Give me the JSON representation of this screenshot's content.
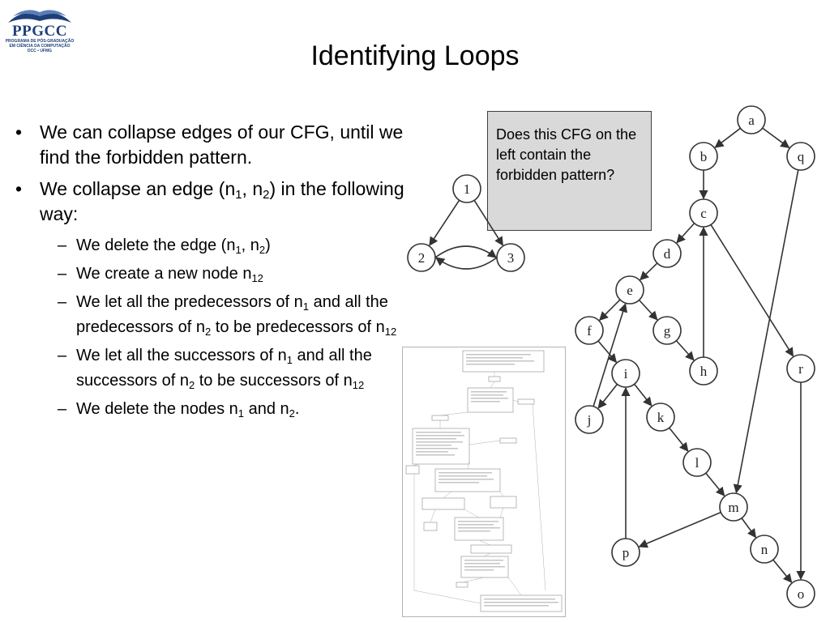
{
  "logo": {
    "brand": "PPGCC",
    "line1": "PROGRAMA DE PÓS-GRADUAÇÃO",
    "line2": "EM CIÊNCIA DA COMPUTAÇÃO",
    "line3": "DCC • UFMG"
  },
  "title": "Identifying Loops",
  "bullets": [
    {
      "level": 1,
      "parts": [
        {
          "t": "We can collapse edges of our CFG, until we find the forbidden pattern."
        }
      ]
    },
    {
      "level": 1,
      "parts": [
        {
          "t": "We collapse an edge (n"
        },
        {
          "t": "1",
          "sub": true
        },
        {
          "t": ", n"
        },
        {
          "t": "2",
          "sub": true
        },
        {
          "t": ") in the following way:"
        }
      ]
    },
    {
      "level": 2,
      "parts": [
        {
          "t": "We delete the edge (n"
        },
        {
          "t": "1",
          "sub": true
        },
        {
          "t": ", n"
        },
        {
          "t": "2",
          "sub": true
        },
        {
          "t": ")"
        }
      ]
    },
    {
      "level": 2,
      "parts": [
        {
          "t": "We create a new node n"
        },
        {
          "t": "12",
          "sub": true
        }
      ]
    },
    {
      "level": 2,
      "parts": [
        {
          "t": "We let all the predecessors of n"
        },
        {
          "t": "1",
          "sub": true
        },
        {
          "t": " and all the predecessors of n"
        },
        {
          "t": "2",
          "sub": true
        },
        {
          "t": " to be predecessors of n"
        },
        {
          "t": "12",
          "sub": true
        }
      ]
    },
    {
      "level": 2,
      "parts": [
        {
          "t": "We let all the successors of n"
        },
        {
          "t": "1",
          "sub": true
        },
        {
          "t": " and all the successors of n"
        },
        {
          "t": "2",
          "sub": true
        },
        {
          "t": " to be successors of n"
        },
        {
          "t": "12",
          "sub": true
        }
      ]
    },
    {
      "level": 2,
      "parts": [
        {
          "t": "We delete the nodes n"
        },
        {
          "t": "1",
          "sub": true
        },
        {
          "t": " and n"
        },
        {
          "t": "2",
          "sub": true
        },
        {
          "t": "."
        }
      ]
    }
  ],
  "bullet_marks": {
    "level1": "•",
    "level2": "–"
  },
  "callout": "Does this CFG on the left contain the forbidden pattern?",
  "small_graph": {
    "nodes": [
      {
        "id": "1",
        "label": "1"
      },
      {
        "id": "2",
        "label": "2"
      },
      {
        "id": "3",
        "label": "3"
      }
    ],
    "edges": [
      [
        "1",
        "2"
      ],
      [
        "1",
        "3"
      ],
      [
        "2",
        "3"
      ],
      [
        "3",
        "2"
      ]
    ]
  },
  "big_graph": {
    "nodes": [
      {
        "id": "a",
        "label": "a"
      },
      {
        "id": "b",
        "label": "b"
      },
      {
        "id": "q",
        "label": "q"
      },
      {
        "id": "c",
        "label": "c"
      },
      {
        "id": "d",
        "label": "d"
      },
      {
        "id": "e",
        "label": "e"
      },
      {
        "id": "f",
        "label": "f"
      },
      {
        "id": "g",
        "label": "g"
      },
      {
        "id": "h",
        "label": "h"
      },
      {
        "id": "i",
        "label": "i"
      },
      {
        "id": "r",
        "label": "r"
      },
      {
        "id": "j",
        "label": "j"
      },
      {
        "id": "k",
        "label": "k"
      },
      {
        "id": "l",
        "label": "l"
      },
      {
        "id": "m",
        "label": "m"
      },
      {
        "id": "p",
        "label": "p"
      },
      {
        "id": "n",
        "label": "n"
      },
      {
        "id": "o",
        "label": "o"
      }
    ],
    "edges": [
      [
        "a",
        "b"
      ],
      [
        "a",
        "q"
      ],
      [
        "b",
        "c"
      ],
      [
        "c",
        "d"
      ],
      [
        "c",
        "r"
      ],
      [
        "d",
        "e"
      ],
      [
        "e",
        "f"
      ],
      [
        "e",
        "g"
      ],
      [
        "g",
        "h"
      ],
      [
        "h",
        "c"
      ],
      [
        "f",
        "i"
      ],
      [
        "i",
        "j"
      ],
      [
        "j",
        "e"
      ],
      [
        "i",
        "k"
      ],
      [
        "k",
        "l"
      ],
      [
        "l",
        "m"
      ],
      [
        "q",
        "m"
      ],
      [
        "m",
        "p"
      ],
      [
        "p",
        "i"
      ],
      [
        "m",
        "n"
      ],
      [
        "n",
        "o"
      ],
      [
        "r",
        "o"
      ]
    ]
  },
  "colors": {
    "callout_bg": "#d9d9d9",
    "callout_border": "#404040",
    "logo_blue": "#1f3f7a",
    "node_stroke": "#333333"
  }
}
